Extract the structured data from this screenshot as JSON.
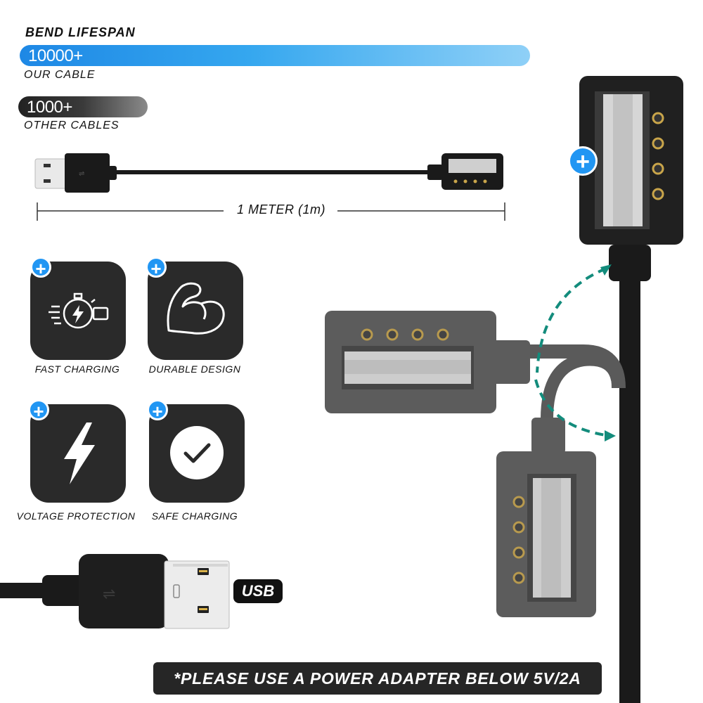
{
  "lifespan": {
    "title": "BEND LIFESPAN",
    "ours": {
      "value": "10000+",
      "caption": "OUR CABLE"
    },
    "other": {
      "value": "1000+",
      "caption": "OTHER CABLES"
    }
  },
  "cable": {
    "length_label": "1 METER (1m)"
  },
  "features": [
    {
      "label": "FAST CHARGING",
      "icon": "stopwatch-bolt-icon"
    },
    {
      "label": "DURABLE DESIGN",
      "icon": "flexed-arm-icon"
    },
    {
      "label": "VOLTAGE PROTECTION",
      "icon": "lightning-bolt-icon"
    },
    {
      "label": "SAFE CHARGING",
      "icon": "checkmark-circle-icon"
    }
  ],
  "usb_badge": "USB",
  "notice": "*PLEASE USE A POWER ADAPTER BELOW 5V/2A",
  "colors": {
    "accent_blue": "#2196f3",
    "tile_dark": "#2a2a2a",
    "arc_teal": "#138c7c"
  }
}
